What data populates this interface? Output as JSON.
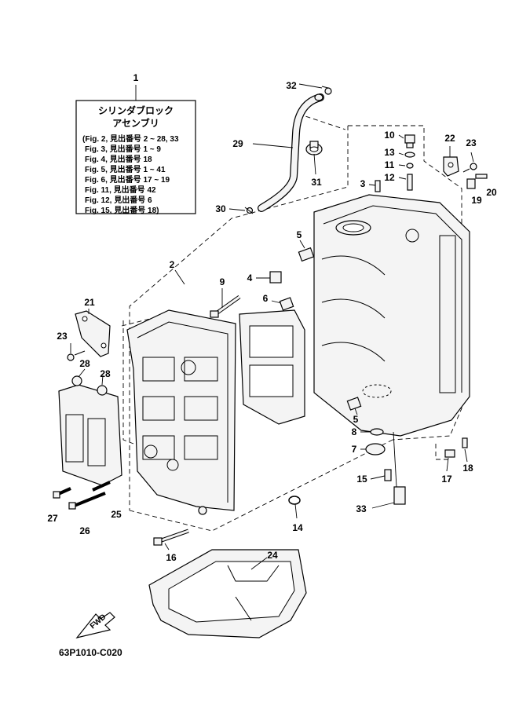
{
  "legend_box": {
    "title_line1": "シリンダブロック",
    "title_line2": "アセンブリ",
    "refs": [
      "(Fig. 2, 見出番号 2 ~ 28, 33",
      "Fig. 3, 見出番号 1 ~ 9",
      "Fig. 4, 見出番号 18",
      "Fig. 5, 見出番号 1 ~ 41",
      "Fig. 6, 見出番号 17 ~ 19",
      "Fig. 11, 見出番号 42",
      "Fig. 12, 見出番号 6",
      "Fig. 15, 見出番号 18)"
    ]
  },
  "callouts": {
    "c1": "1",
    "c2": "2",
    "c3": "3",
    "c4": "4",
    "c5a": "5",
    "c5b": "5",
    "c6": "6",
    "c7": "7",
    "c8": "8",
    "c9": "9",
    "c10": "10",
    "c11": "11",
    "c12": "12",
    "c13": "13",
    "c14": "14",
    "c15": "15",
    "c16": "16",
    "c17": "17",
    "c18": "18",
    "c19": "19",
    "c20": "20",
    "c21": "21",
    "c22": "22",
    "c23a": "23",
    "c23b": "23",
    "c24": "24",
    "c25": "25",
    "c26": "26",
    "c27": "27",
    "c28a": "28",
    "c28b": "28",
    "c29": "29",
    "c30": "30",
    "c31": "31",
    "c32": "32",
    "c33": "33"
  },
  "fwd_label": "FWD",
  "drawing_code": "63P1010-C020"
}
